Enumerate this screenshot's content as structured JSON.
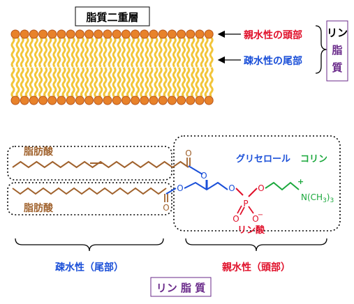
{
  "bilayer": {
    "title": "脂質二重層",
    "head_label": "親水性の頭部",
    "tail_label": "疎水性の尾部",
    "bracket_label": [
      "リン",
      "脂",
      "質"
    ]
  },
  "molecule": {
    "fatty_acid_top": "脂肪酸",
    "fatty_acid_bottom": "脂肪酸",
    "glycerol": "グリセロール",
    "choline": "コリン",
    "phosphate": "リン酸",
    "atom_o": "O",
    "atom_p": "P",
    "atom_o_minus": "O",
    "minus_sign": "−",
    "plus_sign": "+",
    "nitrogen_group": "N(CH",
    "nitrogen_sub": "3",
    "nitrogen_close": ")",
    "nitrogen_count": "3"
  },
  "regions": {
    "hydrophobic": "疎水性（尾部）",
    "hydrophilic": "親水性（頭部）"
  },
  "footer_label": "リン 脂 質",
  "colors": {
    "head": "#E8822A",
    "head_stroke": "#B8561A",
    "tail": "#F2C53A",
    "fatty_chain": "#A0622D",
    "glycerol": "#1A4FD8",
    "phosphate": "#E0102A",
    "choline": "#1AA83C",
    "purple": "#6A2A8A"
  }
}
